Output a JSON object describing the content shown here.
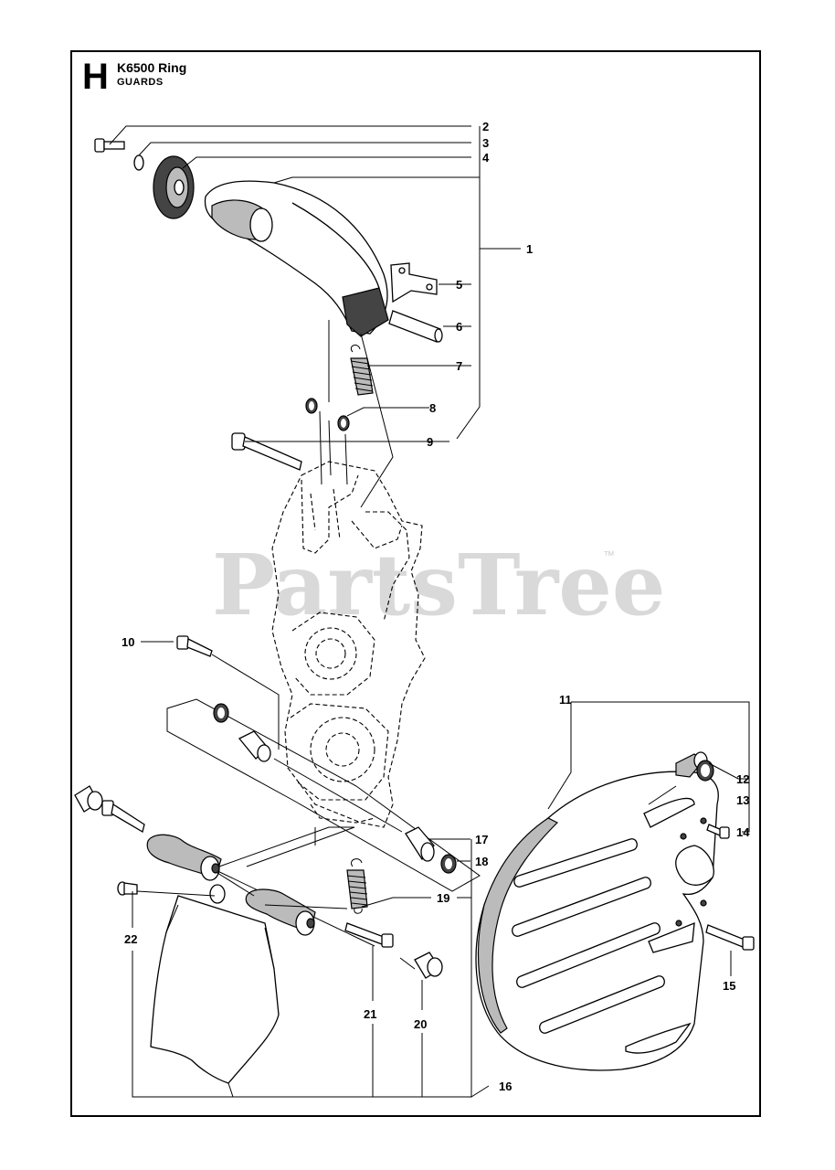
{
  "header": {
    "section_letter": "H",
    "model": "K6500 Ring",
    "section": "GUARDS"
  },
  "watermark": {
    "text": "PartsTree",
    "trademark": "™"
  },
  "callouts": [
    {
      "id": "2",
      "label": "2"
    },
    {
      "id": "3",
      "label": "3"
    },
    {
      "id": "4",
      "label": "4"
    },
    {
      "id": "1",
      "label": "1"
    },
    {
      "id": "5",
      "label": "5"
    },
    {
      "id": "6",
      "label": "6"
    },
    {
      "id": "7",
      "label": "7"
    },
    {
      "id": "8",
      "label": "8"
    },
    {
      "id": "9",
      "label": "9"
    },
    {
      "id": "10",
      "label": "10"
    },
    {
      "id": "11",
      "label": "11"
    },
    {
      "id": "12",
      "label": "12"
    },
    {
      "id": "13",
      "label": "13"
    },
    {
      "id": "14",
      "label": "14"
    },
    {
      "id": "17",
      "label": "17"
    },
    {
      "id": "18",
      "label": "18"
    },
    {
      "id": "19",
      "label": "19"
    },
    {
      "id": "22",
      "label": "22"
    },
    {
      "id": "15",
      "label": "15"
    },
    {
      "id": "21",
      "label": "21"
    },
    {
      "id": "20",
      "label": "20"
    },
    {
      "id": "16",
      "label": "16"
    }
  ],
  "colors": {
    "line": "#000000",
    "watermark": "#d9d9d9",
    "background": "#ffffff"
  }
}
